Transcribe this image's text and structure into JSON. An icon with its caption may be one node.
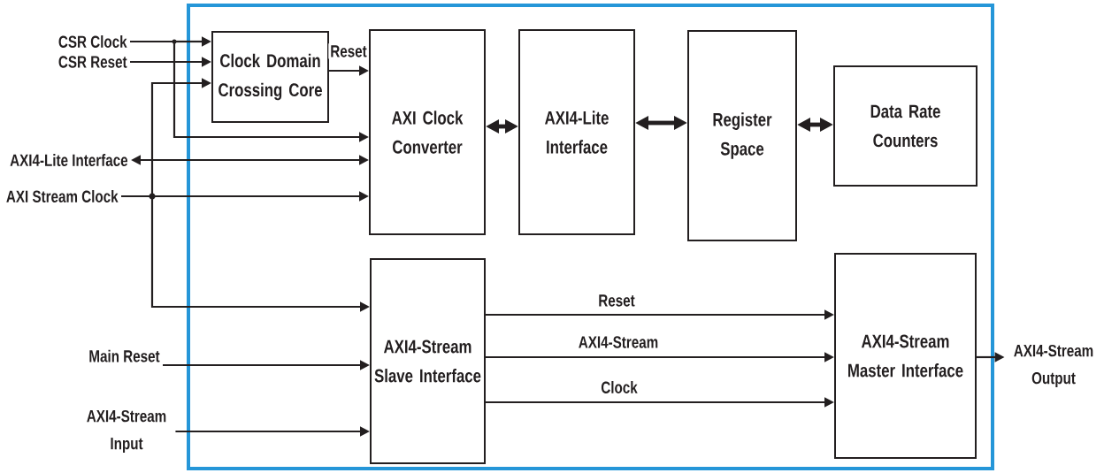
{
  "diagram": {
    "nodes": [
      {
        "text": [],
        "shape": "box"
      },
      {
        "text": [
          "CSR Clock"
        ]
      },
      {
        "text": [
          "CSR Reset"
        ]
      },
      {
        "text": [
          "AXI4-Lite Interface"
        ]
      },
      {
        "text": [
          "AXI Stream Clock"
        ]
      },
      {
        "text": [
          "Main Reset"
        ]
      },
      {
        "text": [
          "AXI4-Stream Input"
        ]
      },
      {
        "text": [
          "Clock Domain Crossing Core"
        ],
        "in": 0
      },
      {
        "text": [
          "AXI Clock Converter"
        ],
        "in": 0
      },
      {
        "text": [
          "AXI4-Lite Interface"
        ],
        "in": 0
      },
      {
        "text": [
          "Register Space"
        ],
        "in": 0
      },
      {
        "text": [
          "Data Rate Counters"
        ],
        "in": 0
      },
      {
        "text": [
          "AXI4-Stream Slave Interface"
        ],
        "in": 0
      },
      {
        "text": [
          "AXI4-Stream Master Interface"
        ],
        "in": 0
      },
      {
        "text": [
          "AXI4-Stream Output"
        ]
      }
    ],
    "edges": [
      {
        "from": 1,
        "to": 7,
        "arrow": "to"
      },
      {
        "from": 1,
        "to": 8,
        "arrow": "to"
      },
      {
        "from": 2,
        "to": 7,
        "arrow": "to"
      },
      {
        "from": 4,
        "to": 7,
        "arrow": "to"
      },
      {
        "from": 7,
        "to": 8,
        "arrow": "to",
        "label": "Reset"
      },
      {
        "from": 3,
        "to": 8,
        "arrow": "both"
      },
      {
        "from": 4,
        "to": 8,
        "arrow": "to"
      },
      {
        "from": 4,
        "to": 12,
        "arrow": "to"
      },
      {
        "from": 8,
        "to": 9,
        "arrow": "both",
        "style": "thick"
      },
      {
        "from": 9,
        "to": 10,
        "arrow": "both",
        "style": "thick"
      },
      {
        "from": 10,
        "to": 11,
        "arrow": "both",
        "style": "thick"
      },
      {
        "from": 12,
        "to": 13,
        "arrow": "to",
        "label": "Reset"
      },
      {
        "from": 12,
        "to": 13,
        "arrow": "to",
        "label": "AXI4-Stream"
      },
      {
        "from": 12,
        "to": 13,
        "arrow": "to",
        "label": "Clock"
      },
      {
        "from": 5,
        "to": 12,
        "arrow": "to"
      },
      {
        "from": 6,
        "to": 12,
        "arrow": "to"
      },
      {
        "from": 13,
        "to": 14,
        "arrow": "to"
      }
    ]
  }
}
